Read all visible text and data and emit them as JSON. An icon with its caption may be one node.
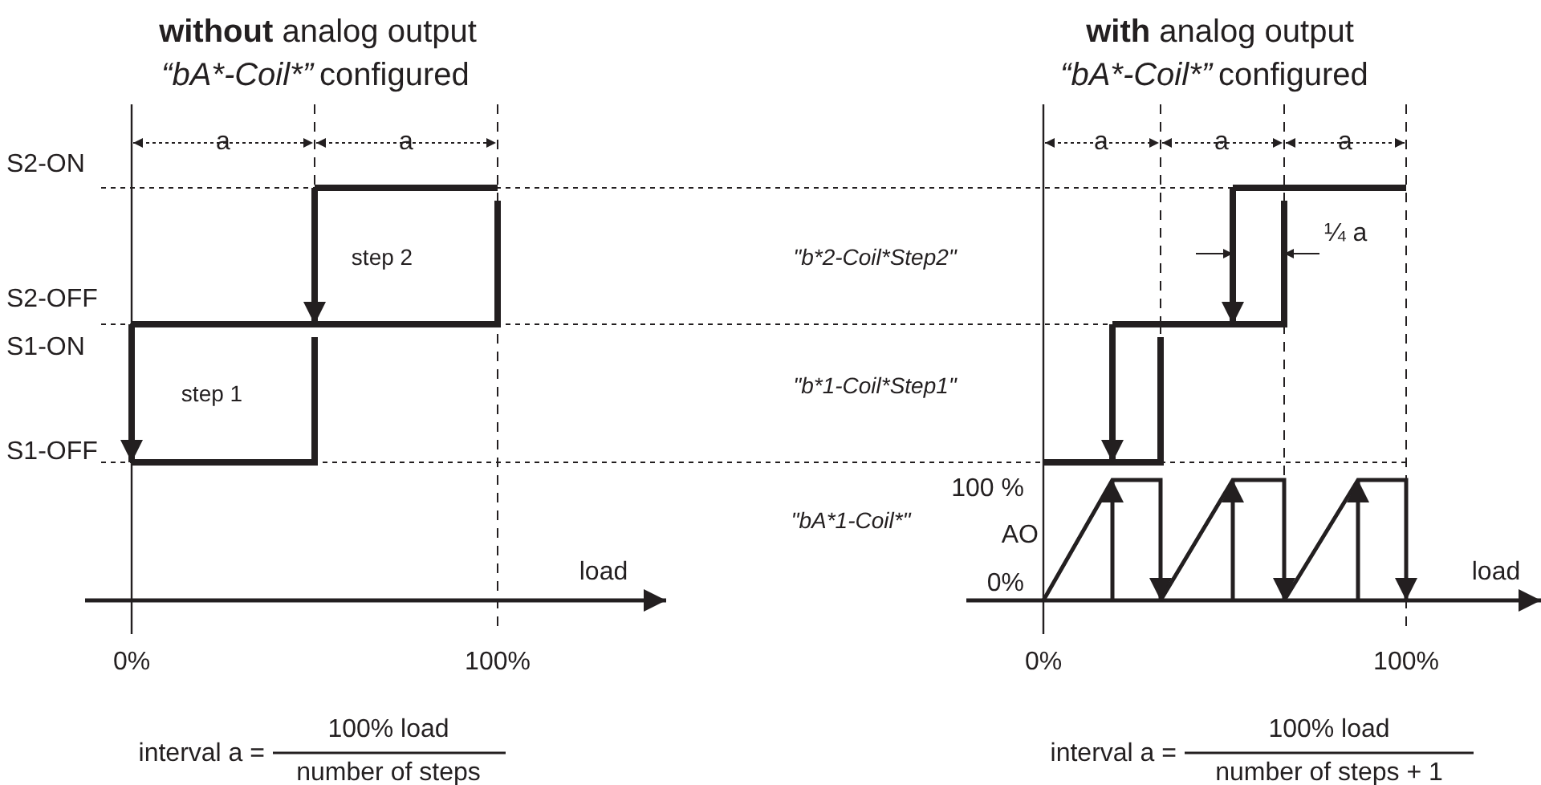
{
  "diagram": {
    "labels": [
      "**without** analog output",
      "“bA*-Coil*”",
      "configured",
      "**with** analog output",
      "“bA*-Coil*”",
      "configured",
      "a",
      "a",
      "a",
      "a",
      "a",
      "S2-ON",
      "step 2",
      "\"b*2-Coil*Step2\"",
      "¼ a",
      "S2-OFF",
      "S1-ON",
      "step 1",
      "\"b*1-Coil*Step1\"",
      "S1-OFF",
      "\"bA*1-Coil*\"",
      "100 %",
      "AO",
      "load",
      "0%",
      "load",
      "0%",
      "100%",
      "0%",
      "100%",
      "interval a =",
      "100% load",
      "number of steps",
      "interval a =",
      "100% load",
      "number of steps + 1"
    ]
  }
}
